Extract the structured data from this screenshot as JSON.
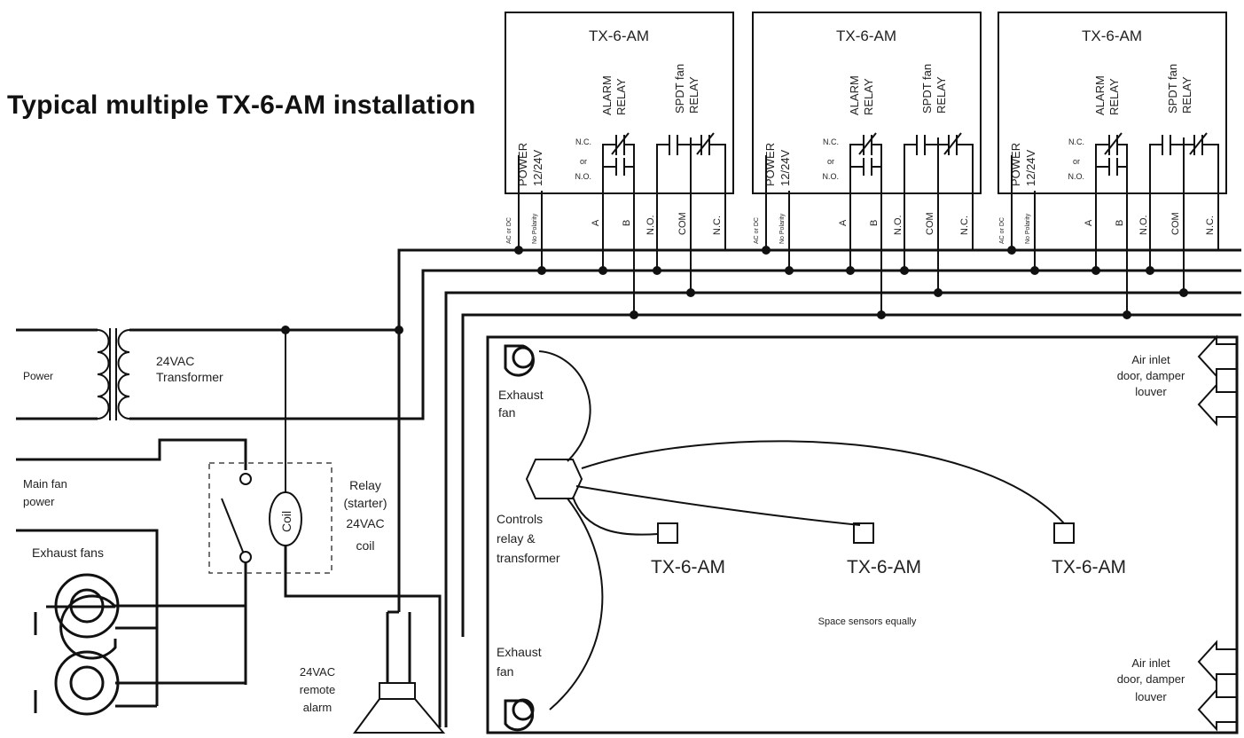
{
  "title": "Typical multiple TX-6-AM installation",
  "modules": [
    {
      "name": "TX-6-AM"
    },
    {
      "name": "TX-6-AM"
    },
    {
      "name": "TX-6-AM"
    }
  ],
  "module_labels": {
    "power": "POWER",
    "voltage": "12/24V",
    "alarm": "ALARM",
    "relay": "RELAY",
    "spdt": "SPDT fan",
    "nc": "N.C.",
    "or": "or",
    "no": "N.O."
  },
  "terminals": {
    "acdc": "AC or DC",
    "polarity": "No Polarity",
    "a": "A",
    "b": "B",
    "no": "N.O.",
    "com": "COM",
    "nc": "N.C."
  },
  "left": {
    "power": "Power",
    "transformer_line1": "24VAC",
    "transformer_line2": "Transformer",
    "main_fan_line1": "Main fan",
    "main_fan_line2": "power",
    "exhaust_fans": "Exhaust fans",
    "coil": "Coil",
    "relay_line1": "Relay",
    "relay_line2": "(starter)",
    "relay_line3": "24VAC",
    "relay_line4": "coil",
    "alarm_line1": "24VAC",
    "alarm_line2": "remote",
    "alarm_line3": "alarm"
  },
  "room": {
    "exhaust_top_line1": "Exhaust",
    "exhaust_top_line2": "fan",
    "controls_line1": "Controls",
    "controls_line2": "relay &",
    "controls_line3": "transformer",
    "exhaust_bottom_line1": "Exhaust",
    "exhaust_bottom_line2": "fan",
    "sensors": [
      {
        "name": "TX-6-AM"
      },
      {
        "name": "TX-6-AM"
      },
      {
        "name": "TX-6-AM"
      }
    ],
    "space_note": "Space sensors equally",
    "inlet_top_line1": "Air inlet",
    "inlet_top_line2": "door, damper",
    "inlet_top_line3": "louver",
    "inlet_bottom_line1": "Air inlet",
    "inlet_bottom_line2": "door, damper",
    "inlet_bottom_line3": "louver"
  }
}
